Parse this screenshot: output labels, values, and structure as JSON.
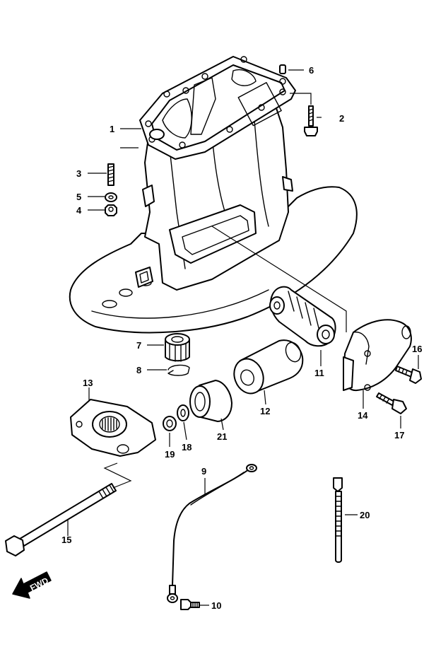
{
  "callouts": {
    "c1": "1",
    "c2": "2",
    "c3": "3",
    "c4": "4",
    "c5": "5",
    "c6": "6",
    "c7": "7",
    "c8": "8",
    "c9": "9",
    "c10": "10",
    "c11": "11",
    "c12": "12",
    "c13": "13",
    "c14": "14",
    "c15": "15",
    "c16": "16",
    "c17": "17",
    "c18": "18",
    "c19": "19",
    "c20": "20",
    "c21": "21"
  },
  "fwd_label": "FWD",
  "colors": {
    "line": "#000000",
    "background": "#ffffff"
  }
}
